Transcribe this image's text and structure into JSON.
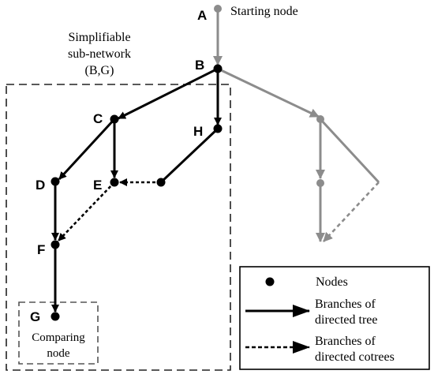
{
  "nodes": {
    "A": {
      "label": "A"
    },
    "B": {
      "label": "B"
    },
    "C": {
      "label": "C"
    },
    "D": {
      "label": "D"
    },
    "E": {
      "label": "E"
    },
    "F": {
      "label": "F"
    },
    "G": {
      "label": "G"
    },
    "H": {
      "label": "H"
    }
  },
  "annotations": {
    "starting_node": "Starting node",
    "subnetwork_line1": "Simplifiable",
    "subnetwork_line2": "sub-network",
    "subnetwork_line3": "(B,G)",
    "comparing_line1": "Comparing",
    "comparing_line2": "node"
  },
  "legend": {
    "nodes": "Nodes",
    "tree_line1": "Branches of",
    "tree_line2": "directed tree",
    "cotree_line1": "Branches of",
    "cotree_line2": "directed cotrees"
  },
  "colors": {
    "black": "#000000",
    "gray": "#8c8c8c",
    "dashed_box": "#222222",
    "comparing_box": "#555555"
  }
}
